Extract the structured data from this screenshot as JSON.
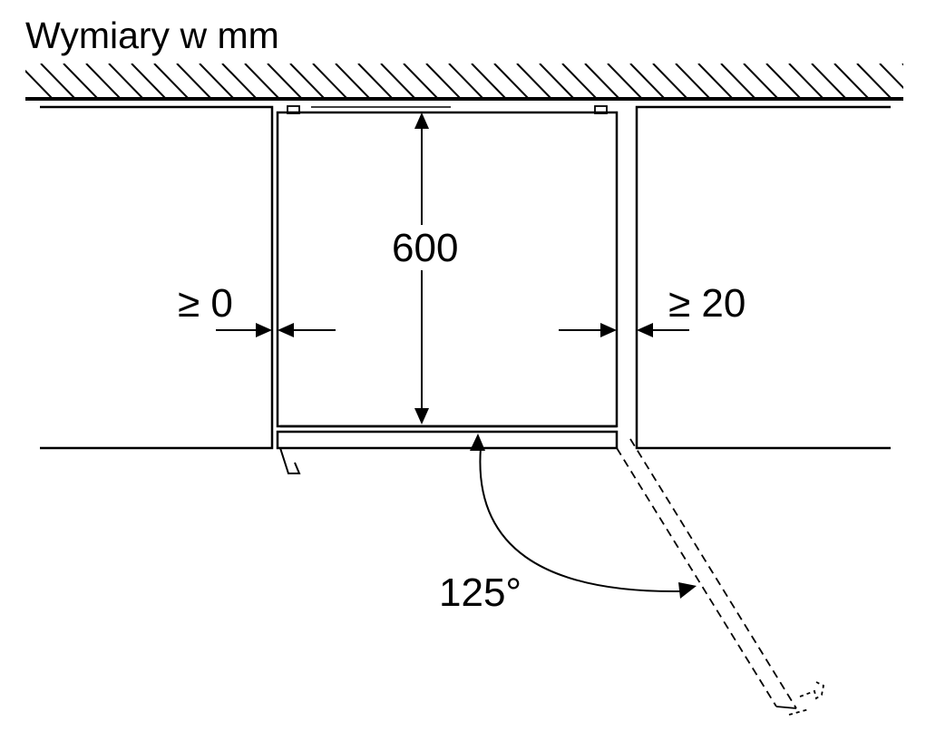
{
  "title": "Wymiary w mm",
  "dimensions": {
    "depth": "600",
    "left_gap": "≥ 0",
    "right_gap": "≥ 20",
    "door_angle": "125°"
  },
  "colors": {
    "line": "#000000",
    "background": "#ffffff"
  }
}
